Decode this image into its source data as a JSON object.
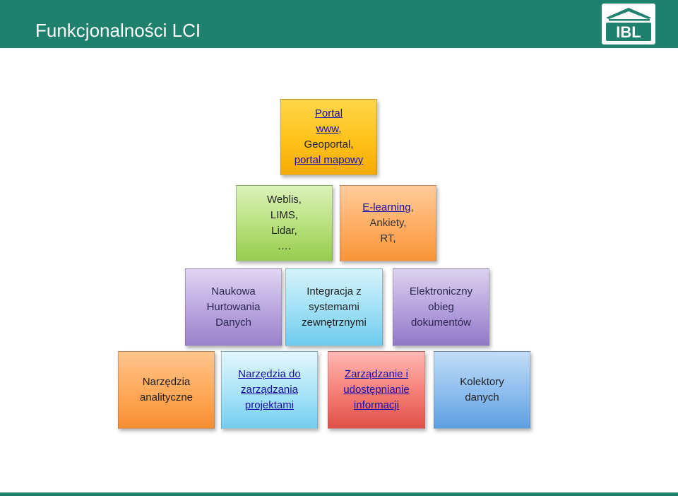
{
  "header": {
    "title": "Funkcjonalności LCI",
    "logo_text": "IBL"
  },
  "pyramid": {
    "portal": {
      "l1": "Portal",
      "l2": "www",
      "l2_suffix": ",",
      "l3": "Geoportal,",
      "l4": "portal mapowy"
    },
    "weblis": {
      "l1": "Weblis,",
      "l2": "LIMS,",
      "l3": "Lidar,",
      "l4": "…."
    },
    "elearning": {
      "l1": "E-learning",
      "l1_suffix": ",",
      "l2": "Ankiety,",
      "l3": "RT,"
    },
    "naukowa": {
      "l1": "Naukowa",
      "l2": "Hurtowania",
      "l3": "Danych"
    },
    "integracja": {
      "l1": "Integracja z",
      "l2": "systemami",
      "l3": "zewnętrznymi"
    },
    "elektroniczny": {
      "l1": "Elektroniczny",
      "l2": "obieg",
      "l3": "dokumentów"
    },
    "narzedzia_analityczne": {
      "l1": "Narzędzia",
      "l2": "analityczne"
    },
    "narzedzia_projekty": {
      "l1": "Narzędzia do",
      "l2": "zarządzania",
      "l3": "projektami"
    },
    "zarzadzanie": {
      "l1": "Zarządzanie i",
      "l2": "udostępnianie",
      "l3": "informacji"
    },
    "kolektory": {
      "l1": "Kolektory",
      "l2": "danych"
    }
  },
  "colors": {
    "brand": "#20806e",
    "link": "#1a0dab"
  }
}
